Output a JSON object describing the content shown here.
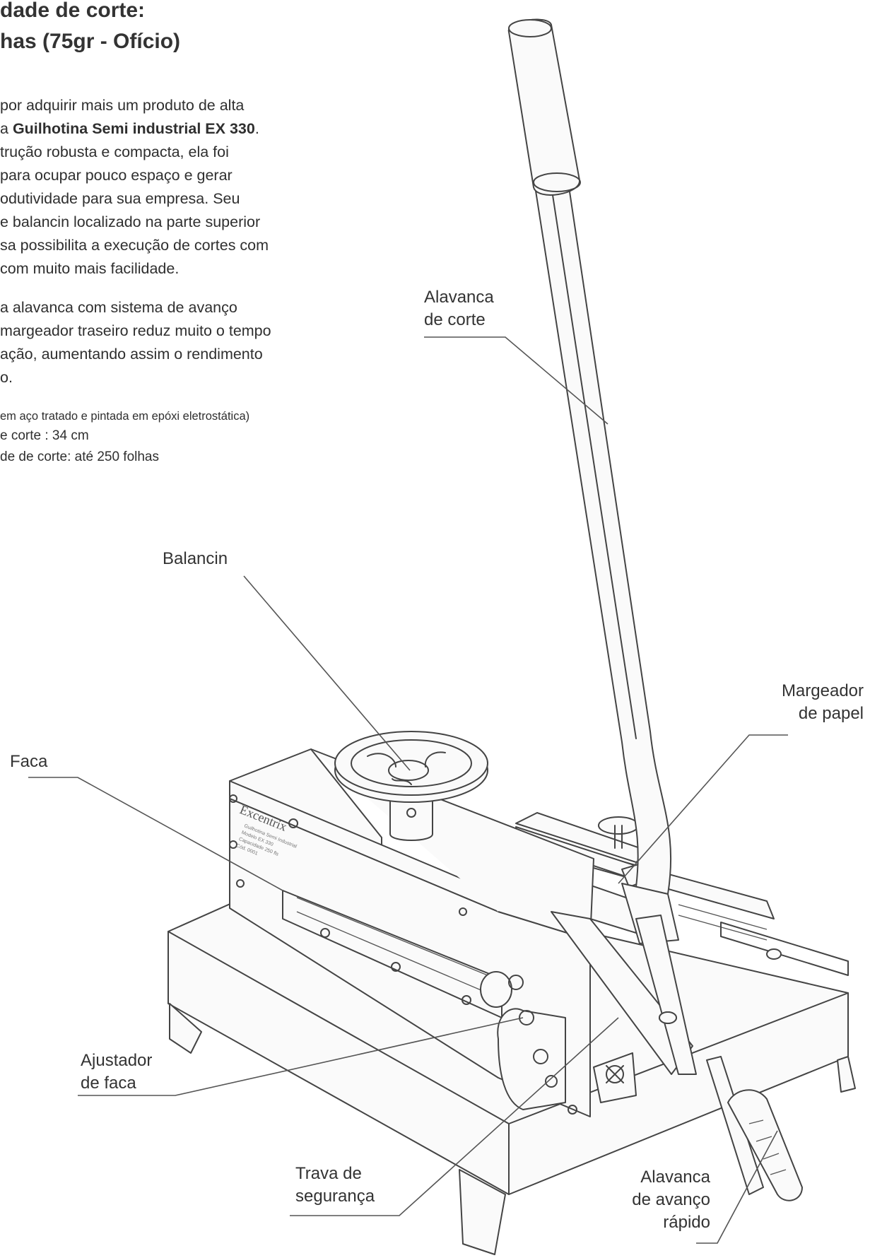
{
  "header": {
    "title_line1": "dade de corte:",
    "title_line2": "has (75gr - Ofício)"
  },
  "description": {
    "lines": [
      {
        "text": "por adquirir mais um produto de alta",
        "bold": ""
      },
      {
        "text": "a ",
        "bold": "Guilhotina Semi industrial EX 330",
        "after": "."
      },
      {
        "text": "trução robusta e compacta, ela foi",
        "bold": ""
      },
      {
        "text": "para ocupar pouco espaço e gerar",
        "bold": ""
      },
      {
        "text": "odutividade para sua empresa. Seu",
        "bold": ""
      },
      {
        "text": "e balancin localizado na parte superior",
        "bold": ""
      },
      {
        "text": "sa possibilita a execução de cortes com",
        "bold": ""
      },
      {
        "text": "com muito mais facilidade.",
        "bold": ""
      }
    ],
    "lines2": [
      "a alavanca com sistema de avanço",
      "margeador traseiro reduz muito o tempo",
      "ação, aumentando assim o rendimento",
      "o."
    ],
    "spec_material": "em aço tratado e pintada em epóxi eletrostática)",
    "spec_width": "e corte : 34 cm",
    "spec_capacity": "de de corte: até 250 folhas"
  },
  "labels": {
    "alavanca_corte_1": "Alavanca",
    "alavanca_corte_2": "de corte",
    "balancin": "Balancin",
    "margeador_1": "Margeador",
    "margeador_2": "de papel",
    "faca": "Faca",
    "ajustador_1": "Ajustador",
    "ajustador_2": "de faca",
    "trava_1": "Trava de",
    "trava_2": "segurança",
    "avanco_1": "Alavanca",
    "avanco_2": "de avanço",
    "avanco_3": "rápido"
  },
  "machine_plate": {
    "brand": "Excentrix",
    "lines": [
      "Guilhotina Semi Industrial",
      "Modelo EX 330",
      "Capacidade 250 fls",
      "Cód. 0001"
    ]
  }
}
